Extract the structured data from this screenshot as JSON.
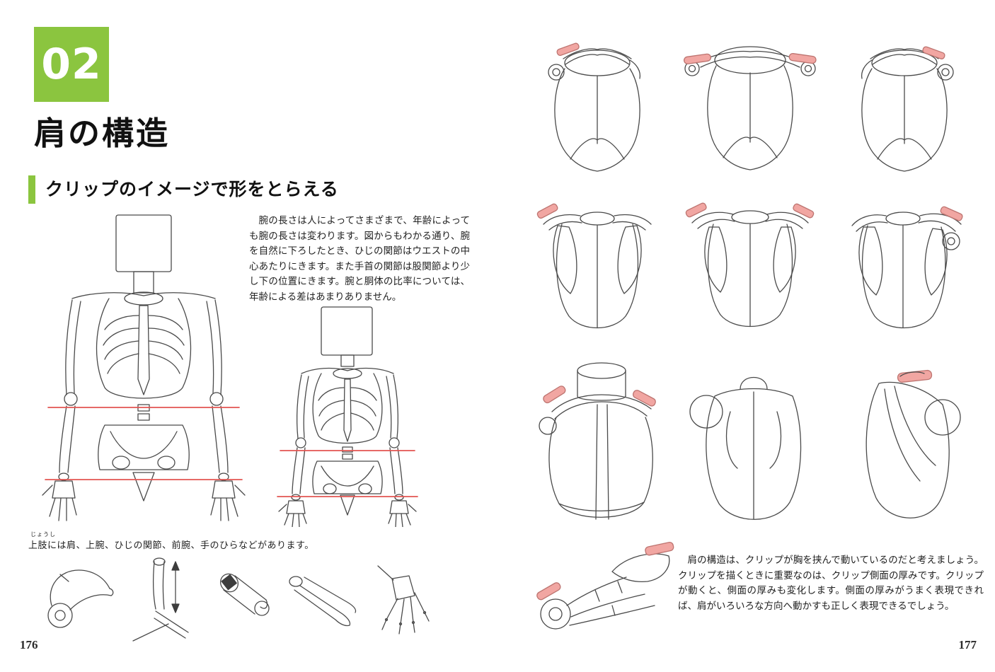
{
  "colors": {
    "accent_green": "#8bc53f",
    "guide_line_red": "#e25552",
    "highlight_pink": "#f1a6a2"
  },
  "left_page": {
    "page_number": "176",
    "chapter_number": "02",
    "chapter_title": "肩の構造",
    "section_heading": "クリップのイメージで形をとらえる",
    "body_paragraph": "腕の長さは人によってさまざまで、年齢によっても腕の長さは変わります。図からもわかる通り、腕を自然に下ろしたとき、ひじの関節はウエストの中心あたりにきます。また手首の関節は股関節より少し下の位置にきます。腕と胴体の比率については、年齢による差はあまりありません。",
    "caption_furigana": "じょうし",
    "caption": "上肢には肩、上腕、ひじの関節、前腕、手のひらなどがあります。"
  },
  "right_page": {
    "page_number": "177",
    "body_paragraph": "肩の構造は、クリップが胸を挟んで動いているのだと考えましょう。クリップを描くときに重要なのは、クリップ側面の厚みです。クリップが動くと、側面の厚みも変化します。側面の厚みがうまく表現できれば、肩がいろいろな方向へ動かすも正しく表現できるでしょう。"
  }
}
